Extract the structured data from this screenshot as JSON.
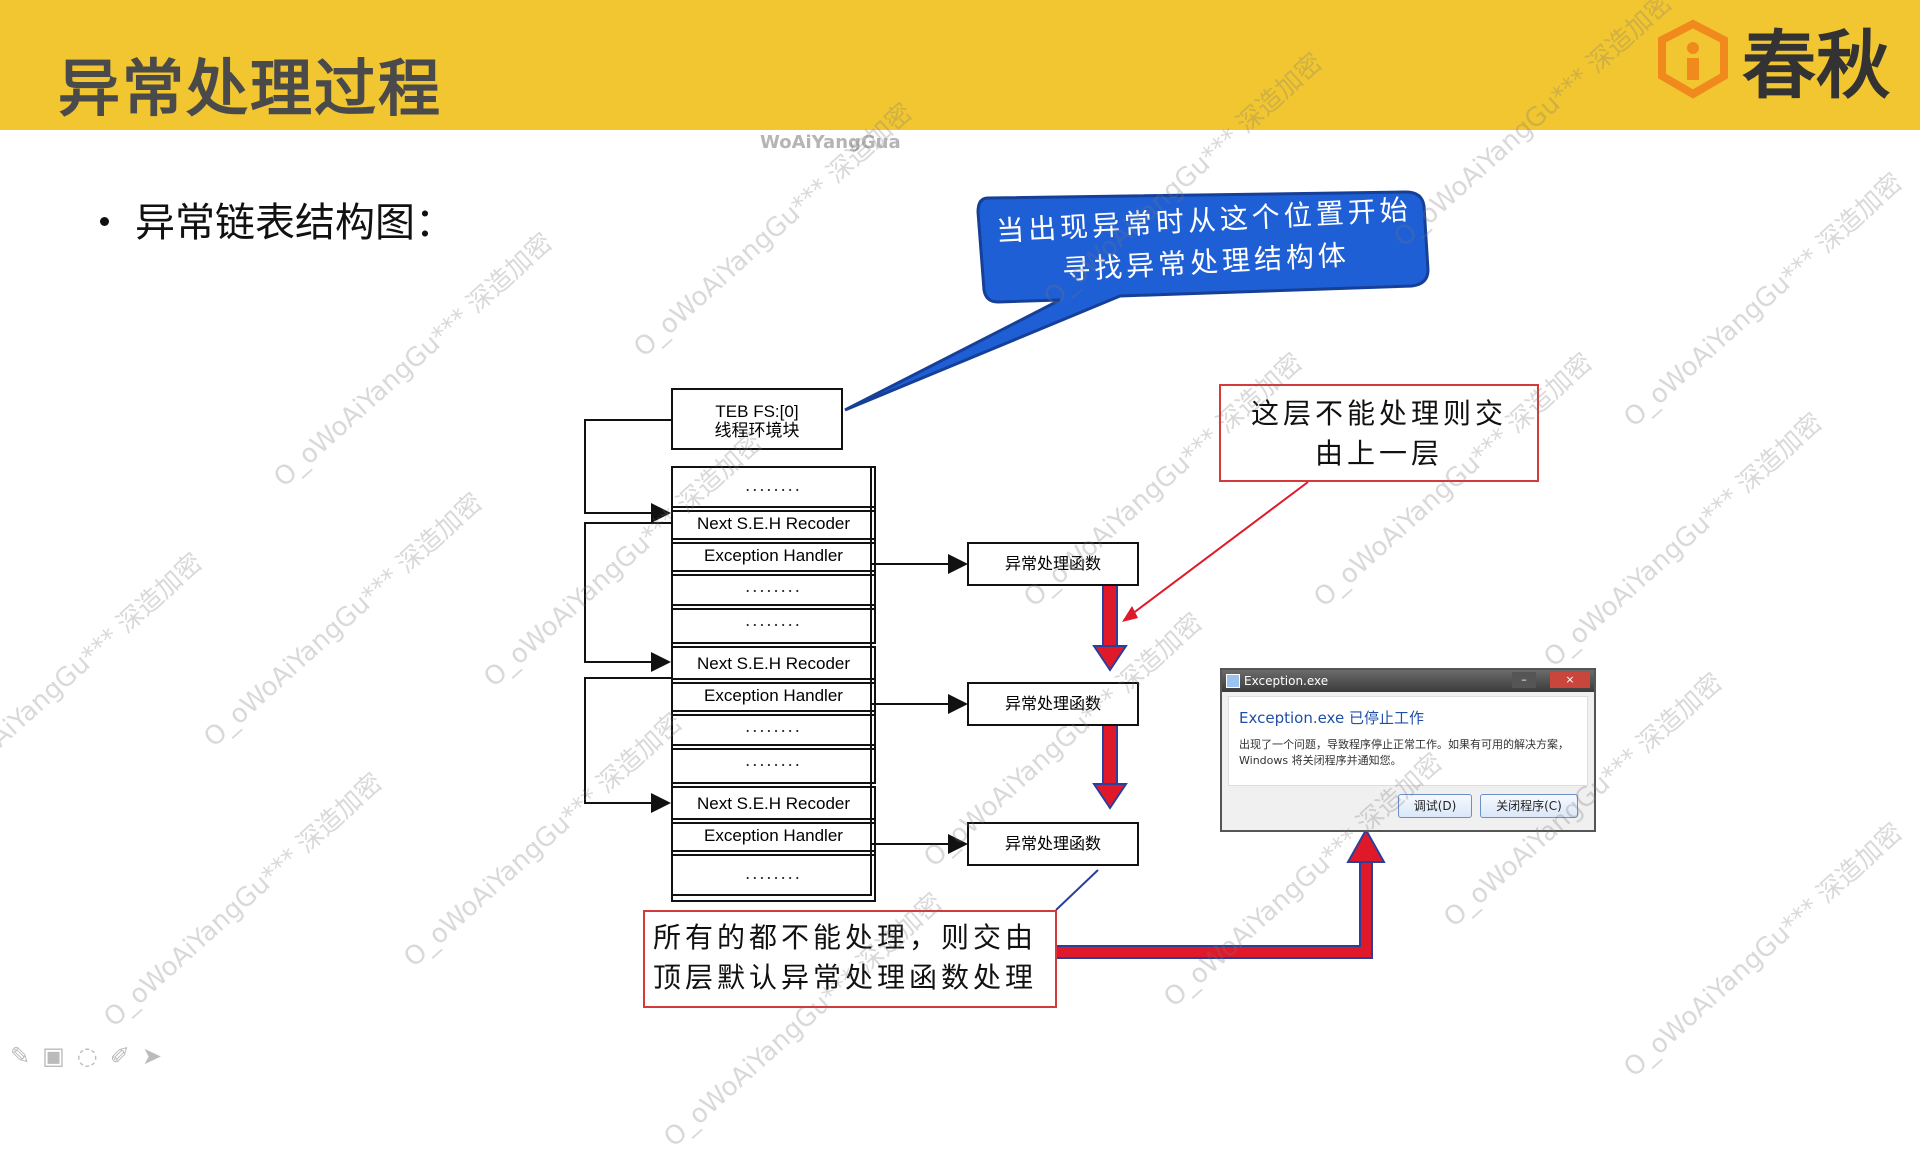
{
  "slide": {
    "title": "异常处理过程",
    "logo_text": "春秋",
    "faint_label": "WoAiYangGua",
    "bullet": "异常链表结构图："
  },
  "diagram": {
    "teb_line1": "TEB FS:[0]",
    "teb_line2": "线程环境块",
    "dots": "........",
    "seh_label": "Next S.E.H Recoder",
    "handler_label": "Exception Handler",
    "func_label": "异常处理函数",
    "callout_text": "当出现异常时从这个位置开始寻找异常处理结构体",
    "note_top": "这层不能处理则交由上一层",
    "note_bottom": "所有的都不能处理，则交由顶层默认异常处理函数处理"
  },
  "dialog": {
    "window_title": "Exception.exe",
    "heading": "Exception.exe 已停止工作",
    "message": "出现了一个问题，导致程序停止正常工作。如果有可用的解决方案，Windows 将关闭程序并通知您。",
    "debug_button": "调试(D)",
    "close_button": "关闭程序(C)",
    "minimize": "–",
    "close_x": "×"
  },
  "watermark": "O_oWoAiYangGu*** 深造加密",
  "colors": {
    "header_bg": "#f2c631",
    "callout_blue": "#1f5fd6",
    "arrow_red": "#e0192a",
    "arrow_blue": "#2a3f9a",
    "note_border": "#d43a3a"
  }
}
